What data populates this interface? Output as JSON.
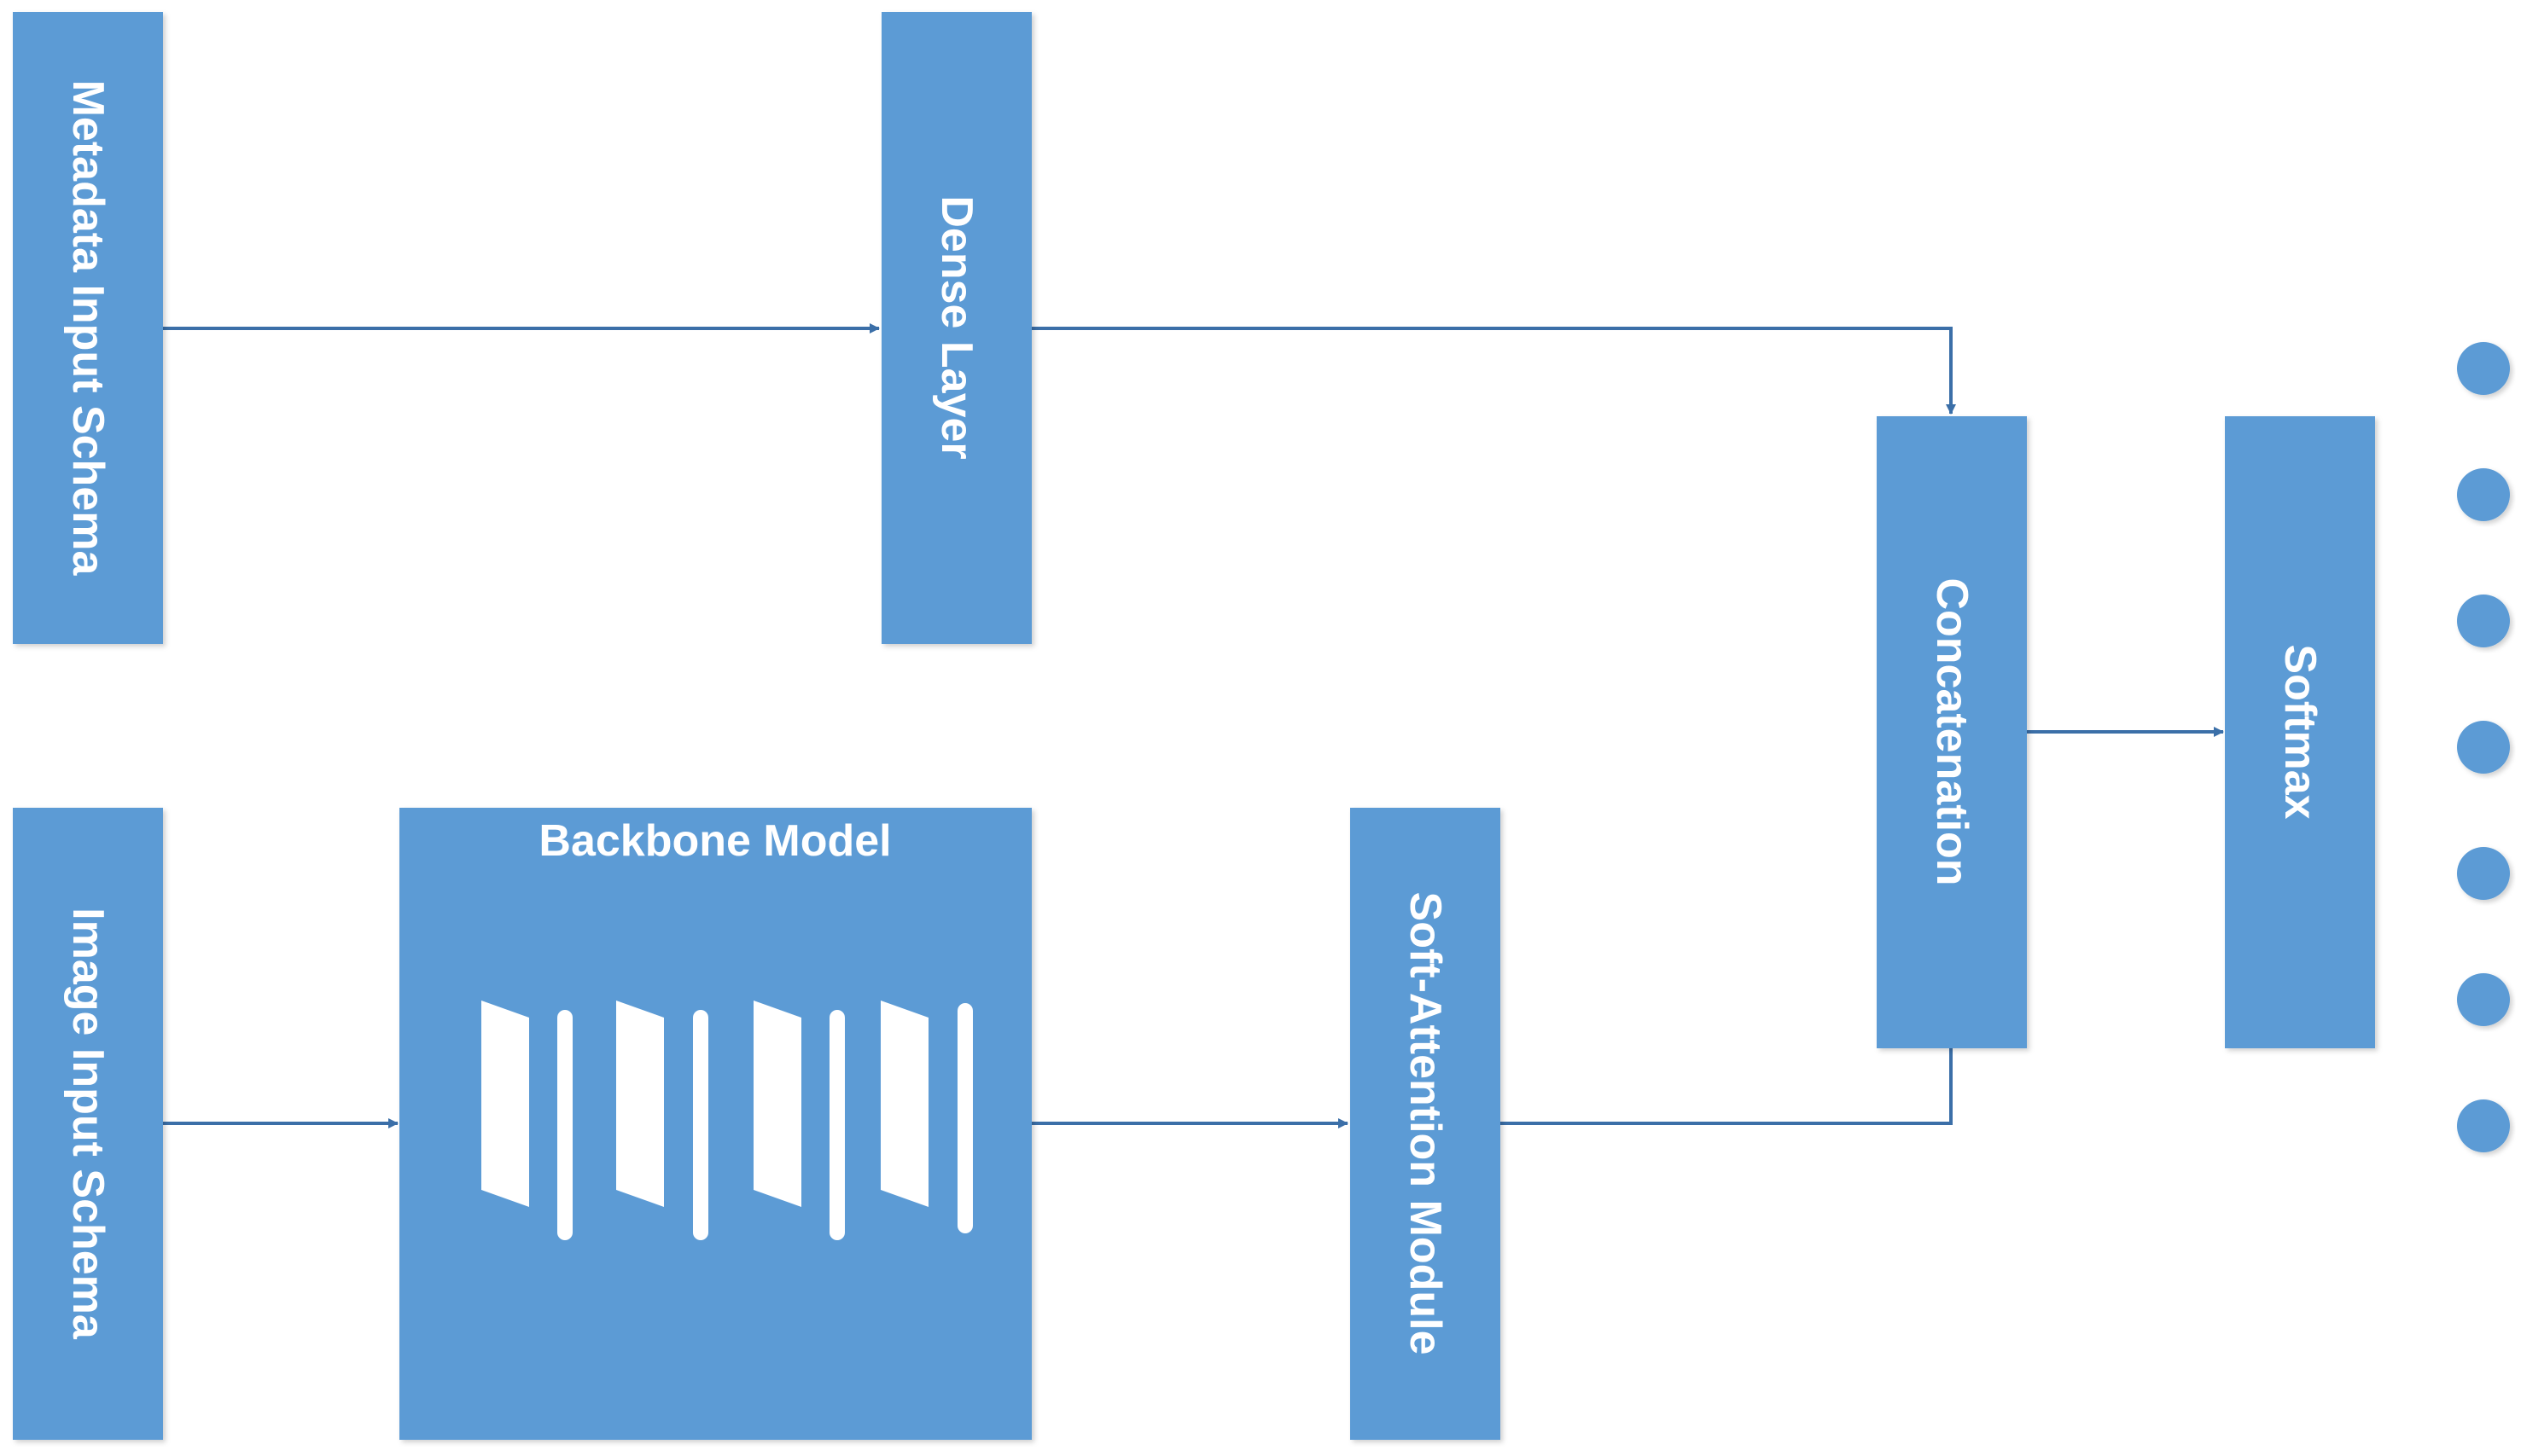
{
  "colors": {
    "box_fill": "#5b9bd5",
    "arrow": "#3b6fa8",
    "glyph": "#ffffff",
    "background": "#ffffff"
  },
  "nodes": {
    "metadata_input": "Metadata Input Schema",
    "dense_layer": "Dense Layer",
    "image_input": "Image Input Schema",
    "backbone": "Backbone Model",
    "soft_attention": "Soft-Attention Module",
    "concatenation": "Concatenation",
    "softmax": "Softmax"
  },
  "output_node_count": 7
}
